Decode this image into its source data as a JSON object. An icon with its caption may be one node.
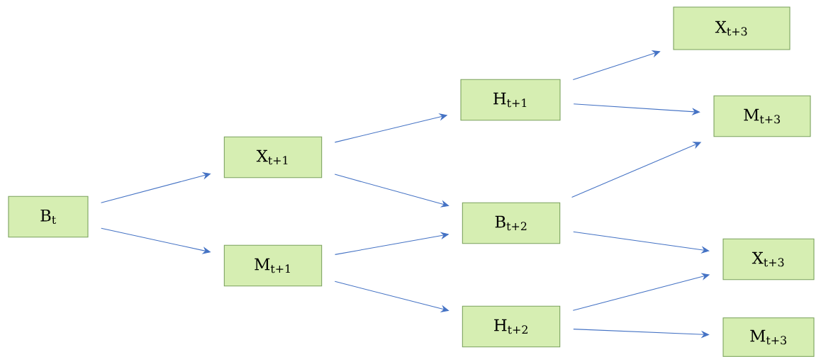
{
  "diagram": {
    "nodes": [
      {
        "text": [
          "B$_{t}$"
        ]
      },
      {
        "text": [
          "X$_{t+1}$"
        ]
      },
      {
        "text": [
          "M$_{t+1}$"
        ]
      },
      {
        "text": [
          "H$_{t+1}$"
        ]
      },
      {
        "text": [
          "B$_{t+2}$"
        ]
      },
      {
        "text": [
          "H$_{t+2}$"
        ]
      },
      {
        "text": [
          "X$_{t+3}$"
        ]
      },
      {
        "text": [
          "M$_{t+3}$"
        ]
      },
      {
        "text": [
          "X$_{t+3}$"
        ]
      },
      {
        "text": [
          "M$_{t+3}$"
        ]
      }
    ],
    "edges": [
      {
        "from": 0,
        "to": 1,
        "arrow": "to"
      },
      {
        "from": 0,
        "to": 2,
        "arrow": "to"
      },
      {
        "from": 1,
        "to": 3,
        "arrow": "to"
      },
      {
        "from": 1,
        "to": 4,
        "arrow": "to"
      },
      {
        "from": 2,
        "to": 4,
        "arrow": "to"
      },
      {
        "from": 2,
        "to": 5,
        "arrow": "to"
      },
      {
        "from": 3,
        "to": 6,
        "arrow": "to"
      },
      {
        "from": 3,
        "to": 7,
        "arrow": "to"
      },
      {
        "from": 4,
        "to": 7,
        "arrow": "to"
      },
      {
        "from": 4,
        "to": 8,
        "arrow": "to"
      },
      {
        "from": 5,
        "to": 8,
        "arrow": "to"
      },
      {
        "from": 5,
        "to": 9,
        "arrow": "to"
      }
    ]
  }
}
